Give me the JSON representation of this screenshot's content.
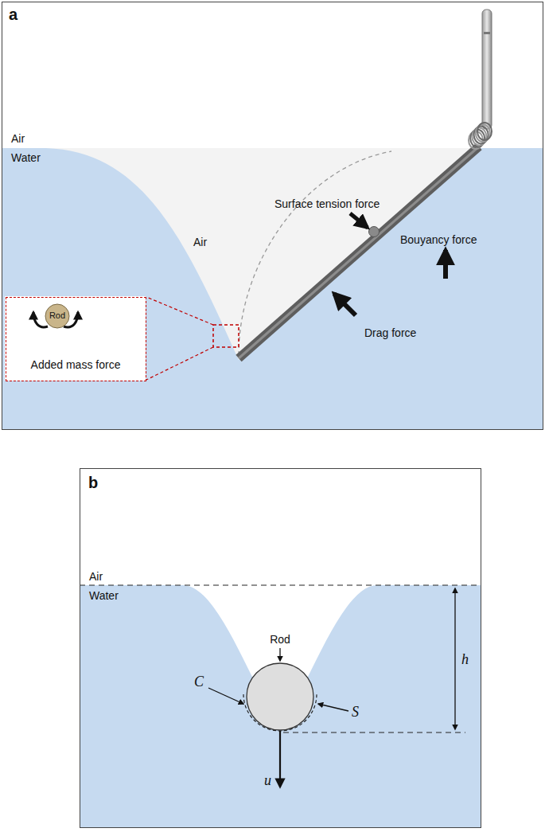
{
  "diagram": {
    "nodes": [
      {
        "text": [
          "a"
        ]
      },
      {
        "text": [
          "Added mass force"
        ],
        "in": 0
      },
      {
        "text": [
          "Rod"
        ],
        "in": 1
      },
      {
        "text": [
          "b"
        ]
      }
    ],
    "labels": [
      "Air",
      "Water",
      "Air",
      "Surface tension force",
      "Bouyancy force",
      "Drag force",
      "Air",
      "Water",
      "Rod",
      "h",
      "C",
      "S",
      "u"
    ]
  }
}
